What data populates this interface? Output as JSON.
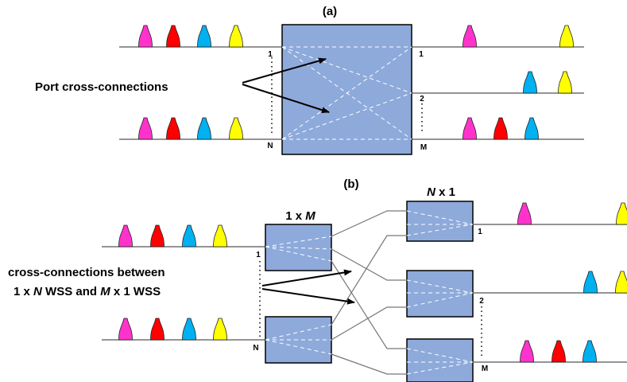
{
  "panel_a": {
    "label": "(a)",
    "annotation": "Port cross-connections",
    "input_ports": {
      "first": "1",
      "last": "N"
    },
    "output_ports": {
      "first": "1",
      "second": "2",
      "last": "M"
    }
  },
  "panel_b": {
    "label": "(b)",
    "splitter_title": {
      "left": "1 x ",
      "italic": "M"
    },
    "combiner_title": {
      "italic": "N",
      "right": " x 1"
    },
    "annotation_line1": "cross-connections between",
    "annotation_line2": {
      "a": "1 x ",
      "b": "N",
      "c": " WSS and ",
      "d": "M",
      "e": " x 1 WSS"
    },
    "input_ports": {
      "first": "1",
      "last": "N"
    },
    "output_ports": {
      "first": "1",
      "second": "2",
      "last": "M"
    }
  },
  "colors": {
    "box_fill": "#8eaadb",
    "box_stroke": "#000000",
    "dashed": "#ffffff",
    "magenta": "#ff33cc",
    "red": "#ff0000",
    "blue": "#00b0f0",
    "yellow": "#ffff00"
  }
}
